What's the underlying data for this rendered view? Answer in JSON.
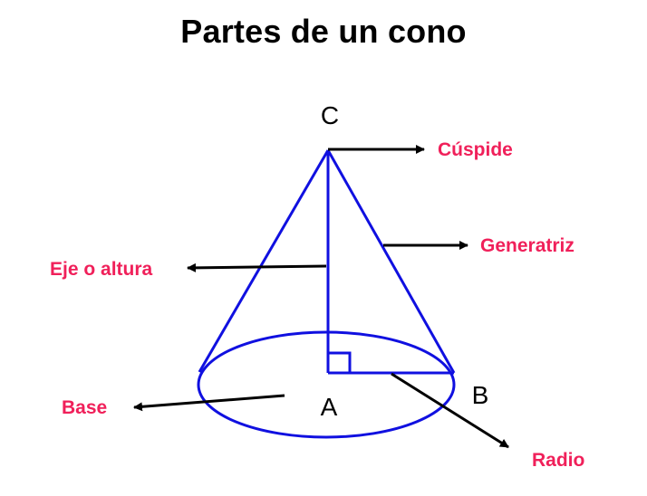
{
  "title": "Partes de un cono",
  "points": {
    "apex": "C",
    "center": "A",
    "edge": "B"
  },
  "labels": {
    "cuspide": "Cúspide",
    "generatriz": "Generatriz",
    "eje": "Eje o altura",
    "base": "Base",
    "radio": "Radio"
  },
  "colors": {
    "cone": "#1010e0",
    "label": "#f0205a",
    "arrow": "#000000",
    "text": "#000000"
  }
}
